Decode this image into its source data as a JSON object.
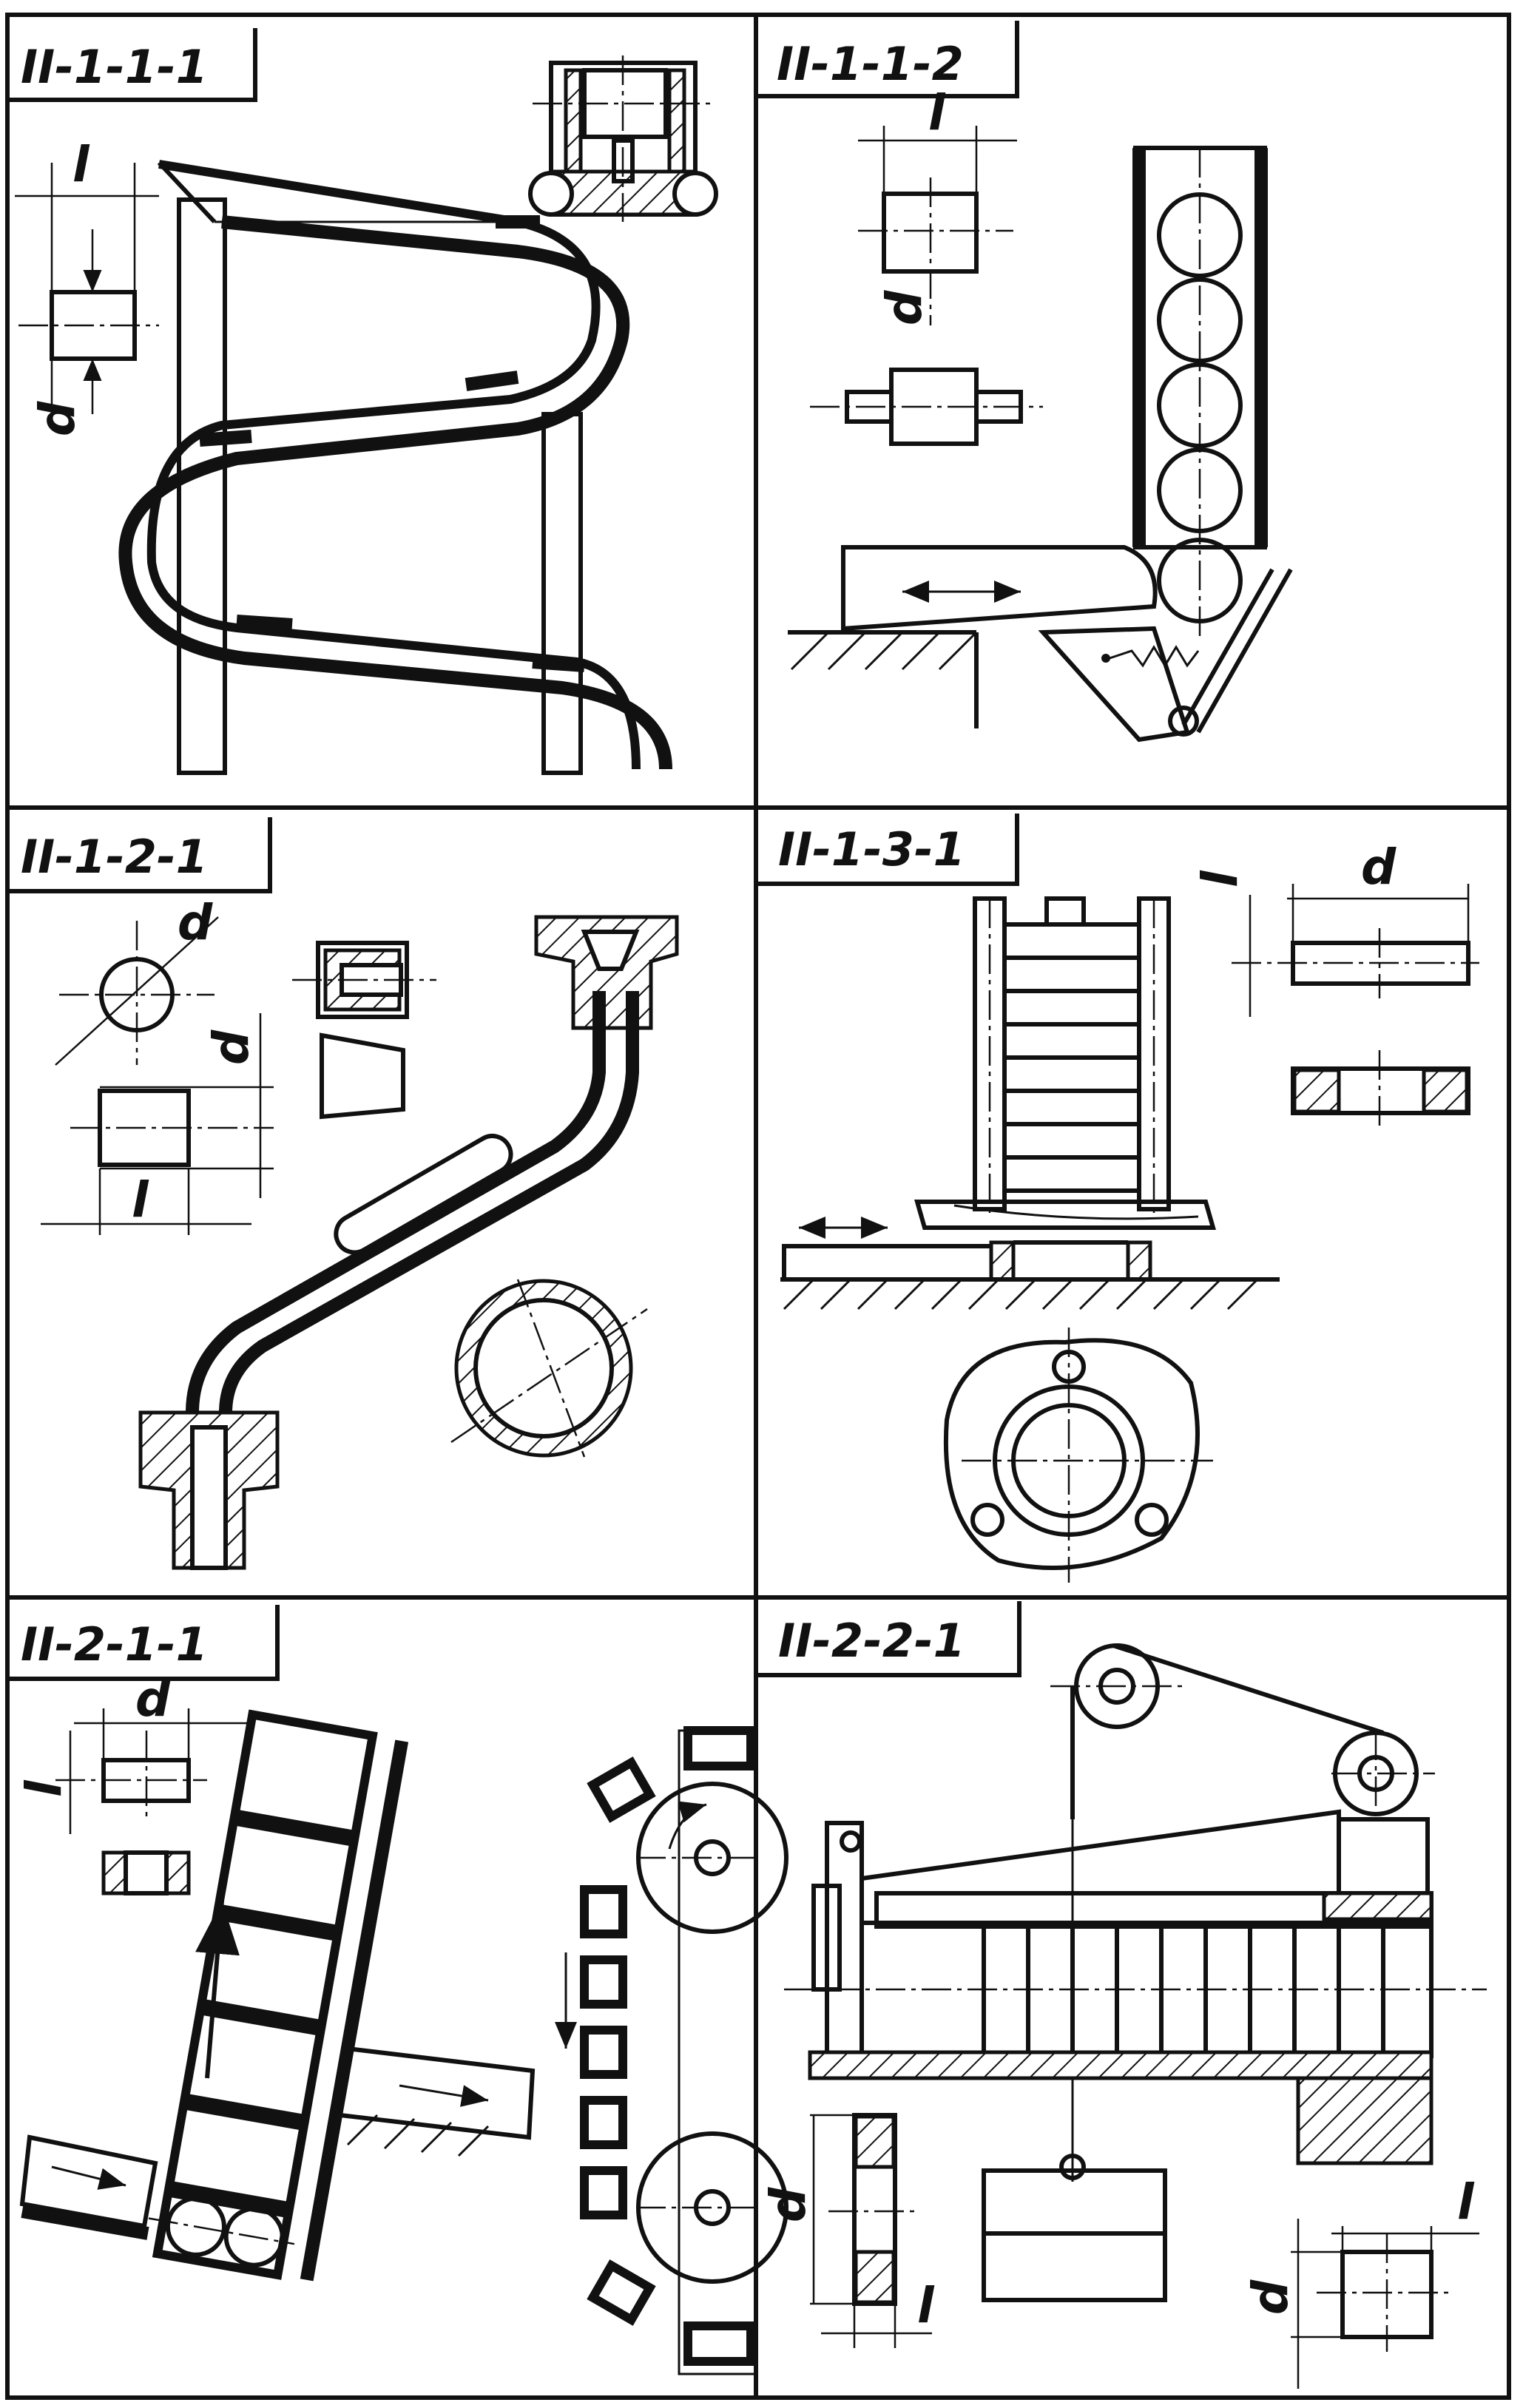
{
  "panels": [
    {
      "id": "p1",
      "label": "II-1-1-1",
      "dims": [
        "l",
        "d"
      ]
    },
    {
      "id": "p2",
      "label": "II-1-1-2",
      "dims": [
        "l",
        "d"
      ]
    },
    {
      "id": "p3",
      "label": "II-1-2-1",
      "dims": [
        "d",
        "d",
        "l"
      ]
    },
    {
      "id": "p4",
      "label": "II-1-3-1",
      "dims": [
        "l",
        "d"
      ]
    },
    {
      "id": "p5",
      "label": "II-2-1-1",
      "dims": [
        "d",
        "l"
      ]
    },
    {
      "id": "p6",
      "label": "II-2-2-1",
      "dims": [
        "d",
        "l",
        "l",
        "d"
      ]
    }
  ]
}
